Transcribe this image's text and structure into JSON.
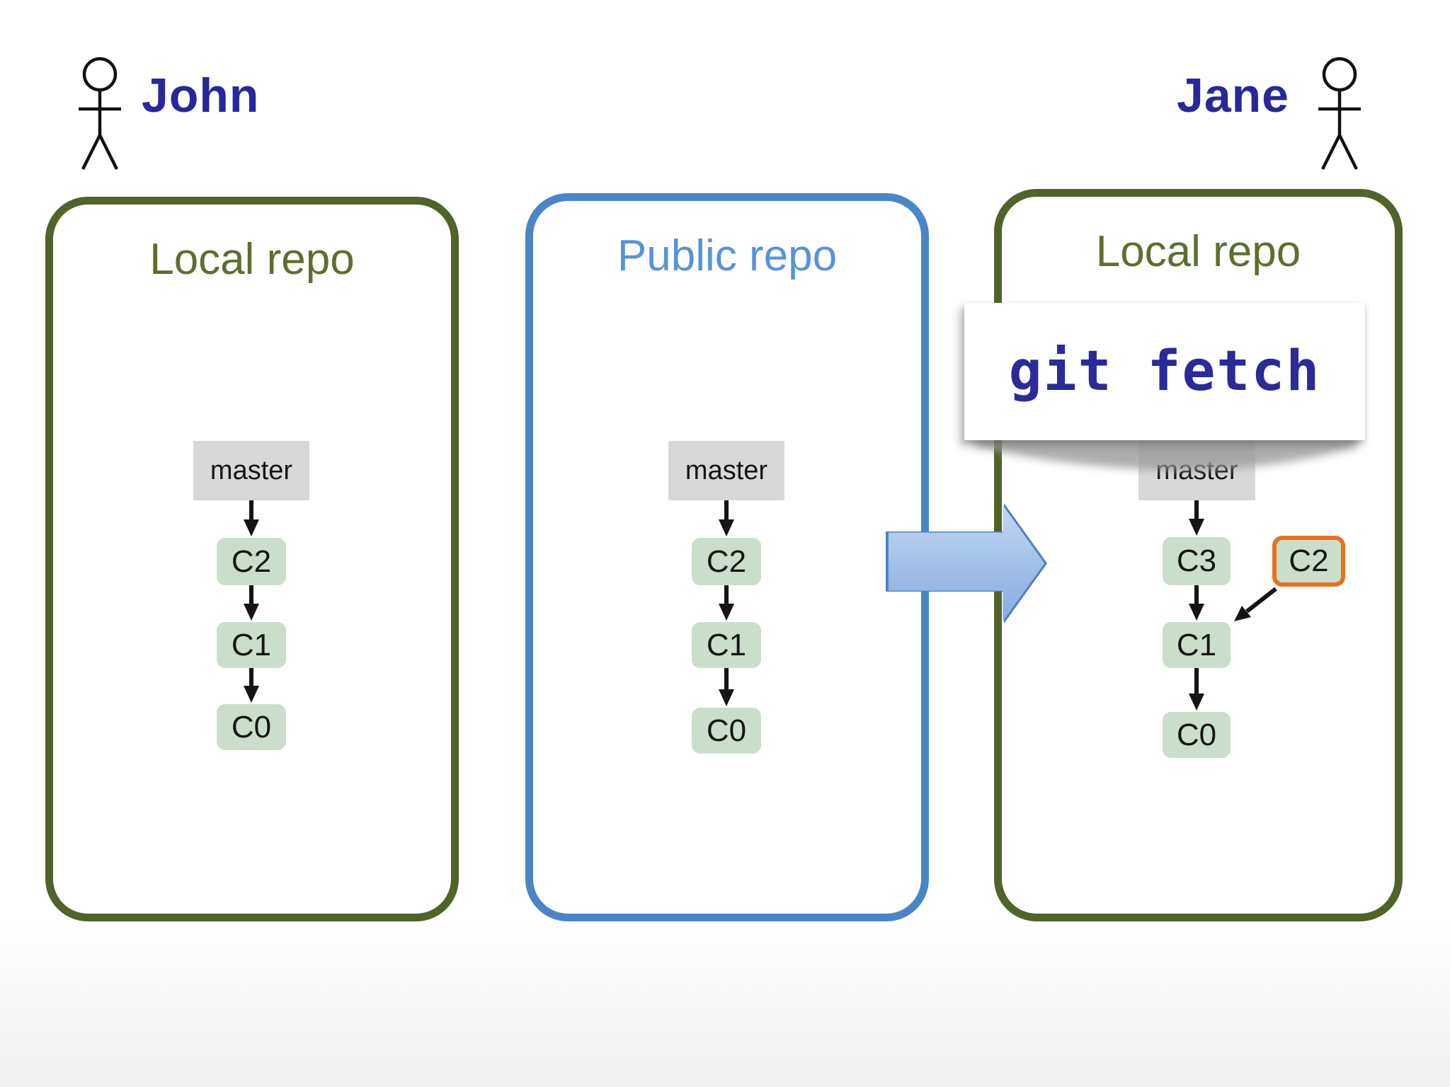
{
  "actors": [
    {
      "name": "John",
      "side": "left"
    },
    {
      "name": "Jane",
      "side": "right"
    }
  ],
  "command_note": {
    "text": "git fetch"
  },
  "repos": [
    {
      "title": "Local repo",
      "owner": "John",
      "accent": "#50632A",
      "branch_label": "master",
      "commits": [
        "C2",
        "C1",
        "C0"
      ]
    },
    {
      "title": "Public repo",
      "owner": null,
      "accent": "#4A85C6",
      "branch_label": "master",
      "commits": [
        "C2",
        "C1",
        "C0"
      ]
    },
    {
      "title": "Local repo",
      "owner": "Jane",
      "accent": "#50632A",
      "branch_label": "master",
      "commits": [
        "C3",
        "C1",
        "C0"
      ],
      "fetched_commit": "C2"
    }
  ],
  "colors": {
    "actor_text": "#28289B",
    "olive_border": "#50632A",
    "olive_title": "#5E6E2E",
    "blue_border": "#4A85C6",
    "blue_title": "#5793D8",
    "branch_label_bg": "#D8D8D8",
    "commit_bg": "#CBDECB",
    "fetched_commit_border": "#E8711C",
    "big_arrow_border": "#4E7FBE",
    "note_text": "#2A2A99"
  }
}
